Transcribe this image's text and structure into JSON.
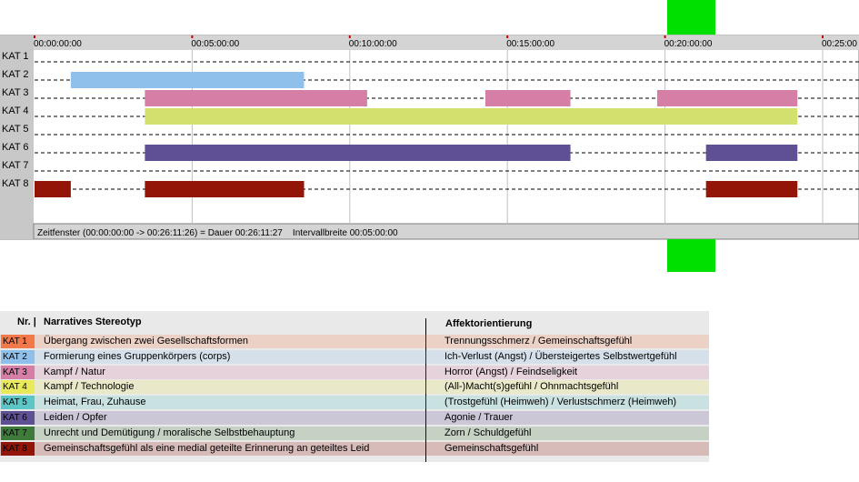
{
  "chart_data": {
    "type": "gantt",
    "x_axis": {
      "ticks": [
        "00:00:00:00",
        "00:05:00:00",
        "00:10:00:00",
        "00:15:00:00",
        "00:20:00:00",
        "00:25:00"
      ],
      "tick_values_min": [
        0,
        5,
        10,
        15,
        20,
        25
      ],
      "range_min": [
        0,
        26.19
      ]
    },
    "categories": [
      {
        "label": "KAT 1",
        "color": "#f4794a",
        "intervals": []
      },
      {
        "label": "KAT 2",
        "color": "#8fc0ec",
        "intervals": [
          [
            1.15,
            8.55
          ]
        ]
      },
      {
        "label": "KAT 3",
        "color": "#d67fa6",
        "intervals": [
          [
            3.5,
            10.55
          ],
          [
            14.3,
            17.0
          ],
          [
            19.75,
            24.2
          ]
        ]
      },
      {
        "label": "KAT 4",
        "color": "#d3e06d",
        "intervals": [
          [
            3.5,
            24.2
          ]
        ]
      },
      {
        "label": "KAT 5",
        "color": "#5cc5c5",
        "intervals": []
      },
      {
        "label": "KAT 6",
        "color": "#5f4f93",
        "intervals": [
          [
            3.5,
            17.0
          ],
          [
            21.3,
            24.2
          ]
        ]
      },
      {
        "label": "KAT 7",
        "color": "#3e7a3a",
        "intervals": []
      },
      {
        "label": "KAT 8",
        "color": "#921507",
        "intervals": [
          [
            0,
            1.15
          ],
          [
            3.5,
            8.55
          ],
          [
            21.3,
            24.2
          ]
        ]
      }
    ],
    "marker": {
      "at_min": 20.3,
      "color": "#00e000"
    },
    "status_text": "Zeitfenster (00:00:00:00 -> 00:26:11:26) = Dauer 00:26:11:27    Intervallbreite 00:05:00:00"
  },
  "legend": {
    "header_nr": "Nr. |",
    "header_narrative": "Narratives Stereotyp",
    "header_affect": "Affektorientierung",
    "rows": [
      {
        "kat": "KAT 1",
        "color": "#f4794a",
        "narrative": "Übergang zwischen zwei Gesellschaftsformen",
        "affect": "Trennungsschmerz / Gemeinschaftsgefühl"
      },
      {
        "kat": "KAT 2",
        "color": "#8fc0ec",
        "narrative": "Formierung eines Gruppenkörpers (corps)",
        "affect": "Ich-Verlust (Angst) / Übersteigertes Selbstwertgefühl"
      },
      {
        "kat": "KAT 3",
        "color": "#d67fa6",
        "narrative": "Kampf / Natur",
        "affect": "Horror (Angst) / Feindseligkeit"
      },
      {
        "kat": "KAT 4",
        "color": "#e8ea5a",
        "narrative": "Kampf / Technologie",
        "affect": "(All-)Macht(s)gefühl / Ohnmachtsgefühl"
      },
      {
        "kat": "KAT 5",
        "color": "#5cc5c5",
        "narrative": "Heimat, Frau, Zuhause",
        "affect": "(Trostgefühl (Heimweh) / Verlustschmerz (Heimweh)"
      },
      {
        "kat": "KAT 6",
        "color": "#5f4f93",
        "narrative": "Leiden / Opfer",
        "affect": "Agonie / Trauer"
      },
      {
        "kat": "KAT 7",
        "color": "#3e7a3a",
        "narrative": "Unrecht und Demütigung / moralische Selbstbehauptung",
        "affect": "Zorn / Schuldgefühl"
      },
      {
        "kat": "KAT 8",
        "color": "#921507",
        "narrative": "Gemeinschaftsgefühl als eine medial geteilte Erinnerung an geteiltes Leid",
        "affect": "Gemeinschaftsgefühl"
      }
    ]
  }
}
